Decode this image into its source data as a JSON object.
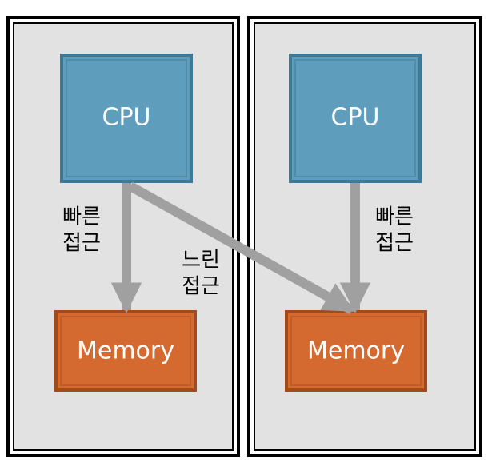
{
  "nodes": {
    "left_cpu": "CPU",
    "left_memory": "Memory",
    "right_cpu": "CPU",
    "right_memory": "Memory"
  },
  "edges": {
    "left_fast": [
      "빠른",
      "접근"
    ],
    "cross_slow": [
      "느린",
      "접근"
    ],
    "right_fast": [
      "빠른",
      "접근"
    ]
  },
  "colors": {
    "cpu_fill": "#5f9dbd",
    "cpu_border": "#3f7993",
    "memory_fill": "#d46a30",
    "memory_border": "#a34a1c",
    "arrow": "#a0a0a0",
    "node_background": "#e2e2e2"
  }
}
